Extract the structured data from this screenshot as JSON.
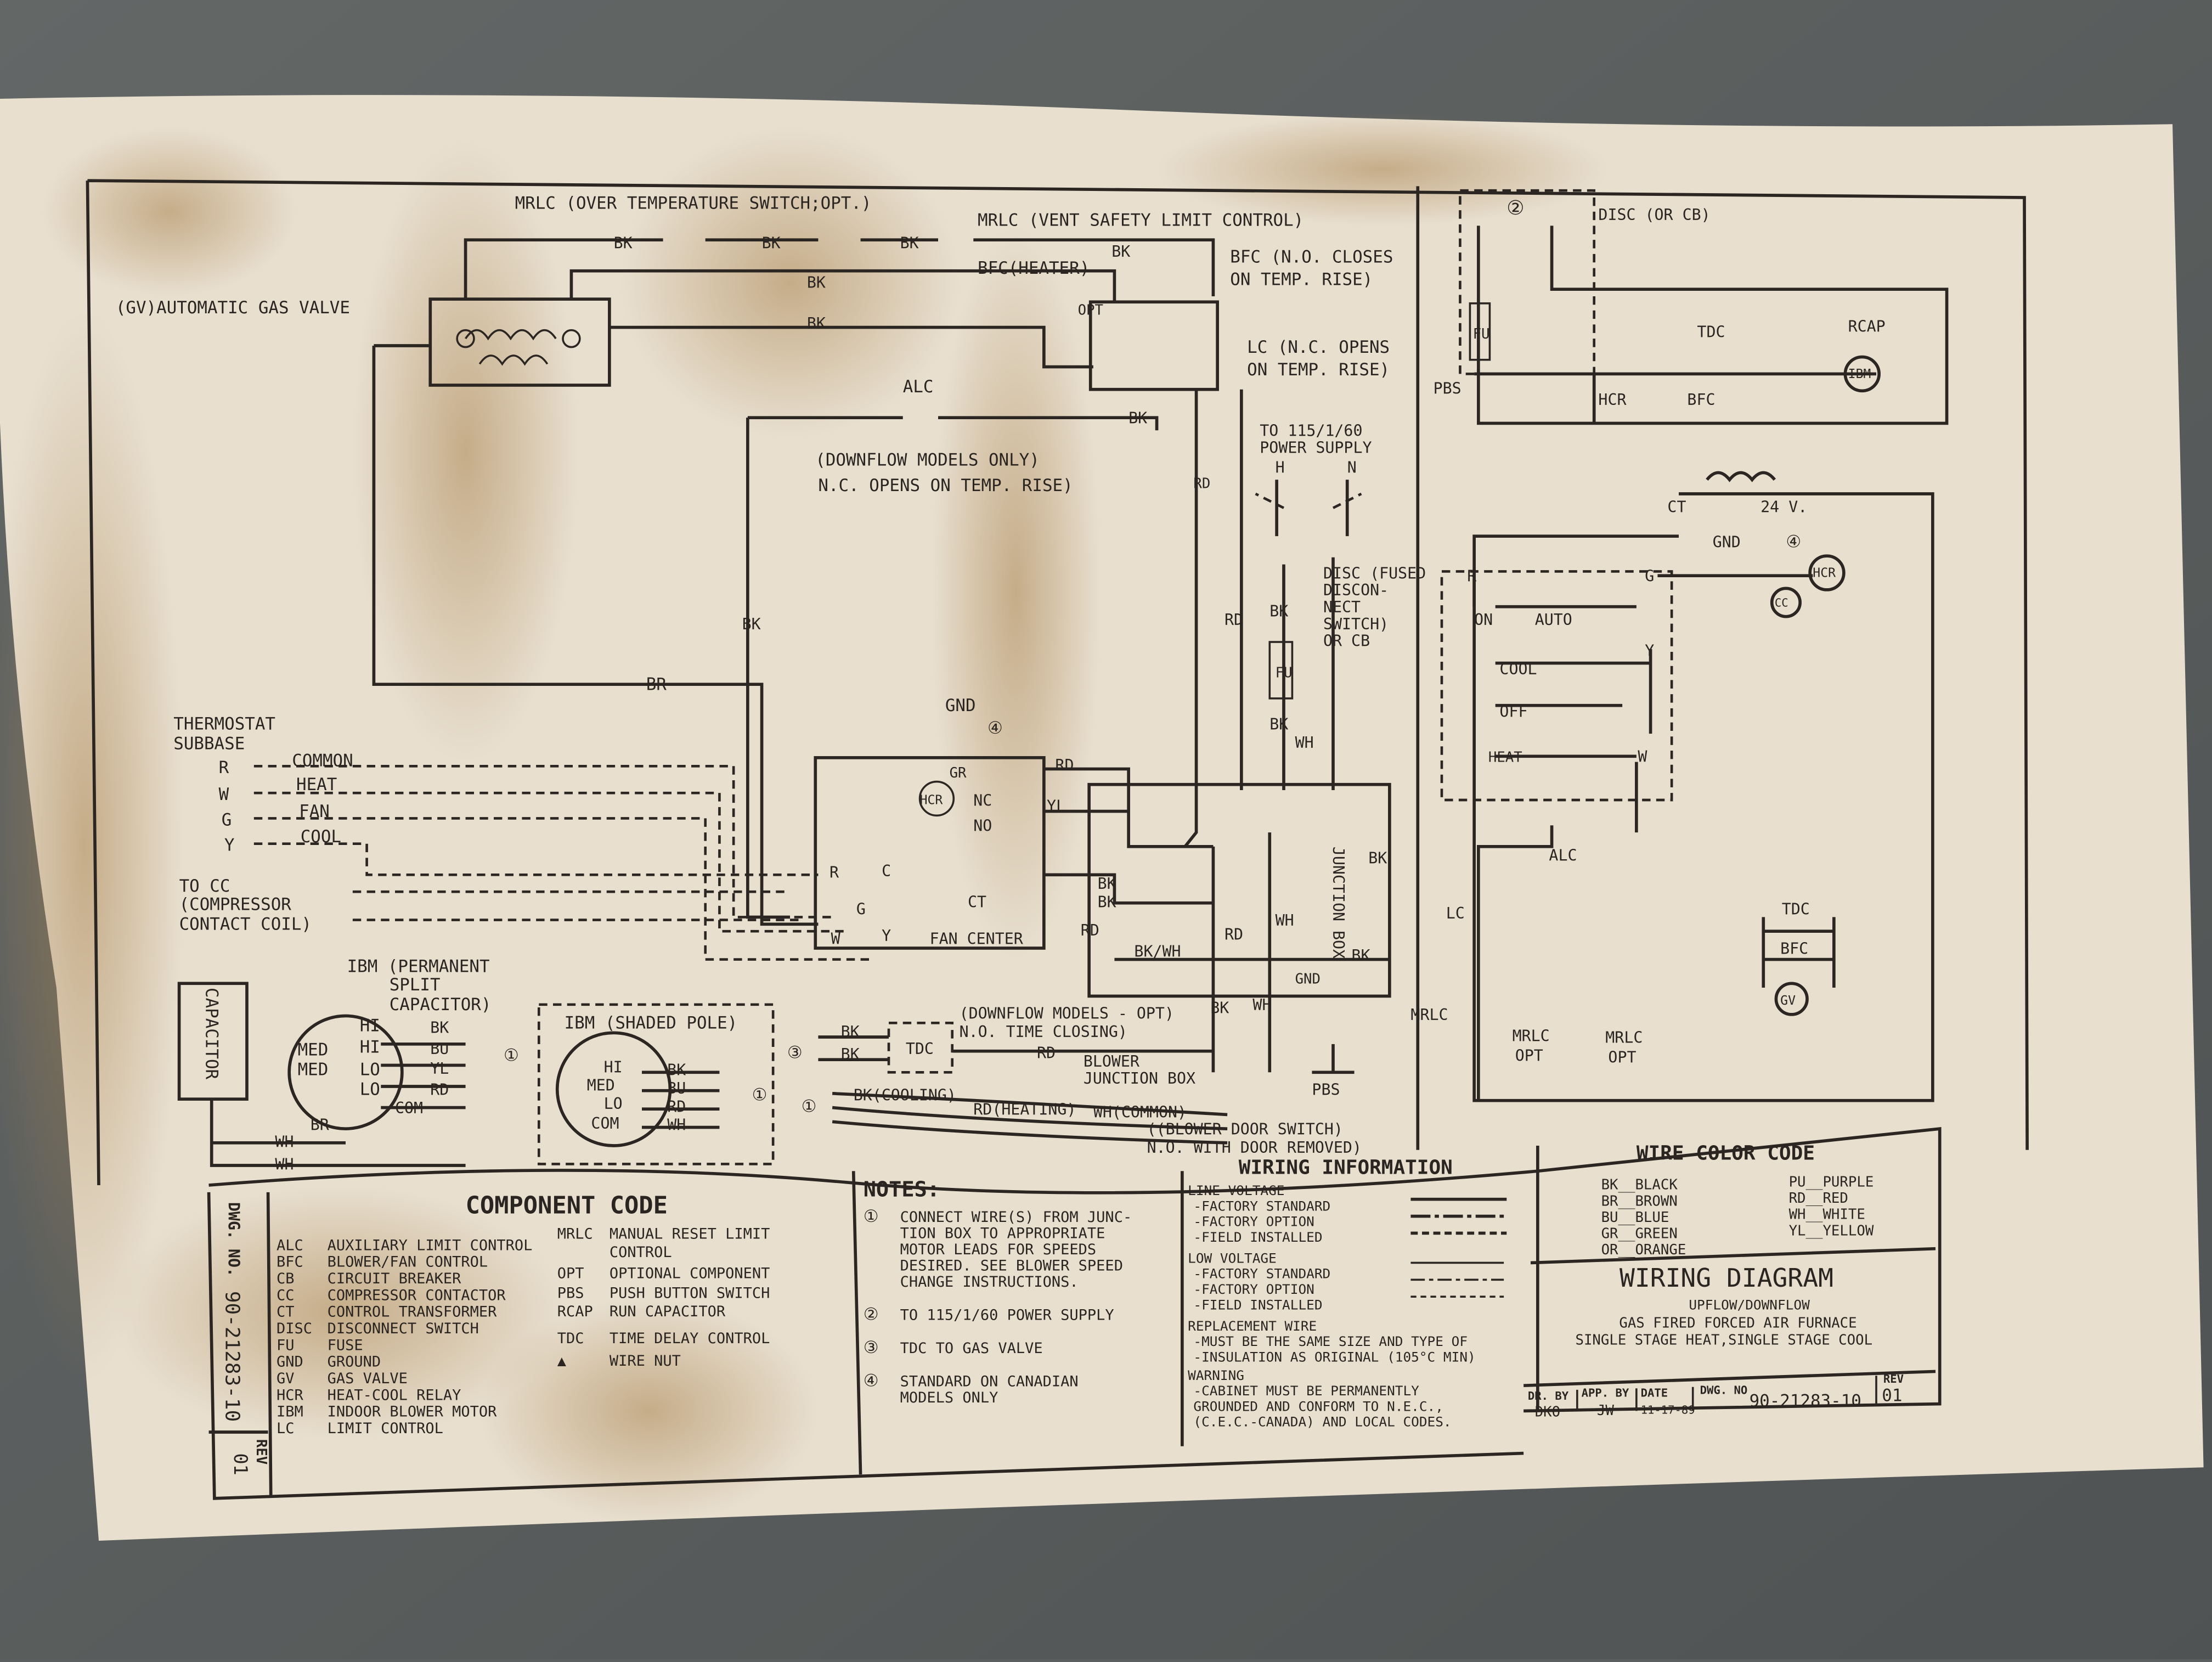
{
  "diagram": {
    "labels": [
      "MRLC (OVER TEMPERATURE SWITCH;OPT.)",
      "MRLC (VENT SAFETY LIMIT CONTROL)",
      "BK",
      "BK",
      "BK",
      "BK",
      "BFC(HEATER)",
      "BFC (N.O. CLOSES",
      "ON TEMP. RISE)",
      "BK",
      "(GV)AUTOMATIC GAS VALVE",
      "BK",
      "OPT",
      "LC (N.C. OPENS",
      "ON TEMP. RISE)",
      "ALC",
      "BK",
      "(DOWNFLOW MODELS ONLY)",
      "N.C. OPENS ON TEMP. RISE)",
      "TO 115/1/60",
      "POWER SUPPLY",
      "H",
      "N",
      "RD",
      "DISC (FUSED",
      "DISCON-",
      "NECT",
      "SWITCH)",
      "OR CB",
      "BK",
      "RD",
      "BK",
      "FU",
      "BR",
      "GND",
      "BK",
      "WH",
      "THERMOSTAT",
      "SUBBASE",
      "R",
      "COMMON",
      "W",
      "HEAT",
      "G",
      "FAN",
      "Y",
      "COOL",
      "TO CC",
      "(COMPRESSOR",
      "CONTACT COIL)",
      "RD",
      "GR",
      "HCR",
      "NC",
      "YL",
      "NO",
      "R",
      "C",
      "G",
      "CT",
      "W",
      "Y",
      "FAN CENTER",
      "BK",
      "BK",
      "RD",
      "BK/WH",
      "RD",
      "WH",
      "JUNCTION BOX",
      "BK",
      "BK",
      "GND",
      "IBM (PERMANENT",
      "SPLIT",
      "CAPACITOR)",
      "CAPACITOR",
      "HI",
      "HI",
      "MED",
      "MED",
      "LO",
      "LO",
      "BK",
      "BU",
      "YL",
      "RD",
      "COM",
      "BR",
      "WH",
      "WH",
      "IBM (SHADED POLE)",
      "HI",
      "MED",
      "LO",
      "COM",
      "BK",
      "BU",
      "RD",
      "WH",
      "BK",
      "BK",
      "TDC",
      "(DOWNFLOW MODELS - OPT)",
      "N.O. TIME CLOSING)",
      "RD",
      "BLOWER",
      "JUNCTION BOX",
      "BK",
      "WH",
      "BK(COOLING)",
      "RD(HEATING)",
      "WH(COMMON)",
      "((BLOWER DOOR SWITCH)",
      "N.O. WITH DOOR REMOVED)",
      "PBS",
      "DISC (OR CB)",
      "FU",
      "PBS",
      "TDC",
      "RCAP",
      "IBM",
      "HCR",
      "BFC",
      "CT",
      "24 V.",
      "GND",
      "R",
      "G",
      "HCR",
      "CC",
      "ON",
      "AUTO",
      "Y",
      "COOL",
      "OFF",
      "HEAT",
      "W",
      "ALC",
      "LC",
      "MRLC",
      "MRLC",
      "OPT",
      "MRLC",
      "OPT",
      "TDC",
      "BFC",
      "GV",
      "①",
      "①",
      "③",
      "①",
      "②",
      "④",
      "④"
    ]
  },
  "side_stamp": {
    "dwg_label": "DWG. NO.",
    "dwg_no": "90-21283-10",
    "rev_label": "REV",
    "rev": "01"
  },
  "component_code": {
    "title": "COMPONENT CODE",
    "left": [
      {
        "code": "ALC",
        "desc": "AUXILIARY LIMIT CONTROL"
      },
      {
        "code": "BFC",
        "desc": "BLOWER/FAN CONTROL"
      },
      {
        "code": "CB",
        "desc": "CIRCUIT BREAKER"
      },
      {
        "code": "CC",
        "desc": "COMPRESSOR CONTACTOR"
      },
      {
        "code": "CT",
        "desc": "CONTROL TRANSFORMER"
      },
      {
        "code": "DISC",
        "desc": "DISCONNECT SWITCH"
      },
      {
        "code": "FU",
        "desc": "FUSE"
      },
      {
        "code": "GND",
        "desc": "GROUND"
      },
      {
        "code": "GV",
        "desc": "GAS VALVE"
      },
      {
        "code": "HCR",
        "desc": "HEAT-COOL RELAY"
      },
      {
        "code": "IBM",
        "desc": "INDOOR BLOWER MOTOR"
      },
      {
        "code": "LC",
        "desc": "LIMIT CONTROL"
      }
    ],
    "right": [
      {
        "code": "MRLC",
        "desc": "MANUAL RESET LIMIT"
      },
      {
        "code": "",
        "desc": "CONTROL"
      },
      {
        "code": "OPT",
        "desc": "OPTIONAL COMPONENT"
      },
      {
        "code": "PBS",
        "desc": "PUSH BUTTON SWITCH"
      },
      {
        "code": "RCAP",
        "desc": "RUN CAPACITOR"
      },
      {
        "code": "TDC",
        "desc": "TIME DELAY CONTROL"
      },
      {
        "code": "▲",
        "desc": "WIRE NUT"
      }
    ]
  },
  "notes": {
    "title": "NOTES:",
    "items": [
      {
        "num": "①",
        "lines": [
          "CONNECT WIRE(S) FROM JUNC-",
          "TION BOX TO APPROPRIATE",
          "MOTOR LEADS FOR SPEEDS",
          "DESIRED. SEE BLOWER SPEED",
          "CHANGE INSTRUCTIONS."
        ]
      },
      {
        "num": "②",
        "lines": [
          "TO 115/1/60 POWER SUPPLY"
        ]
      },
      {
        "num": "③",
        "lines": [
          "TDC TO  GAS VALVE"
        ]
      },
      {
        "num": "④",
        "lines": [
          "STANDARD ON CANADIAN",
          "MODELS ONLY"
        ]
      }
    ]
  },
  "wiring_information": {
    "title": "WIRING INFORMATION",
    "lines": [
      "LINE VOLTAGE",
      "-FACTORY STANDARD",
      "-FACTORY OPTION",
      "-FIELD INSTALLED",
      "LOW VOLTAGE",
      "-FACTORY STANDARD",
      "-FACTORY OPTION",
      "-FIELD INSTALLED",
      "REPLACEMENT WIRE",
      "-MUST BE THE SAME SIZE AND TYPE OF",
      "-INSULATION AS ORIGINAL (105°C MIN)",
      "WARNING",
      "-CABINET MUST BE PERMANENTLY",
      "GROUNDED AND CONFORM TO N.E.C.,",
      "(C.E.C.-CANADA) AND LOCAL CODES."
    ]
  },
  "wire_color_code": {
    "title": "WIRE COLOR CODE",
    "left": [
      "BK__BLACK",
      "BR__BROWN",
      "BU__BLUE",
      "GR__GREEN",
      "OR__ORANGE"
    ],
    "right": [
      "PU__PURPLE",
      "RD__RED",
      "WH__WHITE",
      "YL__YELLOW"
    ]
  },
  "wiring_diagram": {
    "title": "WIRING DIAGRAM",
    "subtitle": [
      "UPFLOW/DOWNFLOW",
      "GAS FIRED FORCED AIR FURNACE",
      "SINGLE STAGE HEAT,SINGLE STAGE COOL"
    ]
  },
  "title_block": {
    "dr_by_label": "DR. BY",
    "dr_by": "DKO",
    "app_by_label": "APP. BY",
    "app_by": "JW",
    "date_label": "DATE",
    "date": "11-17-89",
    "dwg_no_label": "DWG. NO",
    "dwg_no": "90-21283-10",
    "rev_label": "REV",
    "rev": "01"
  },
  "colors": {
    "wall": "#5b5f5f",
    "paper": "#e8dfcf",
    "stain": "#a9834f",
    "ink": "#2a2521"
  }
}
